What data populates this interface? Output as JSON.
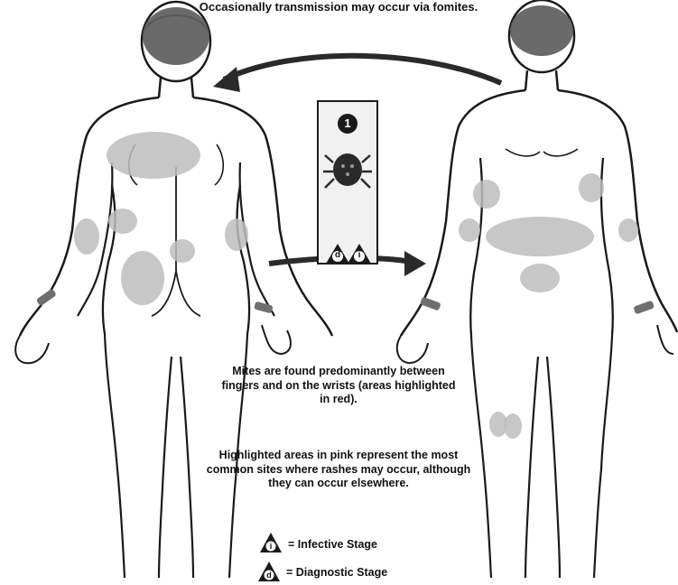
{
  "caption": {
    "title": "Occasionally transmission may occur via fomites.",
    "mites_note": "Mites are found predominantly between fingers and on the wrists (areas highlighted in red).",
    "rash_note": "Highlighted areas in pink represent the most common sites where rashes may occur, although they can occur elsewhere."
  },
  "card": {
    "stage_number": "1",
    "badge_d": "d",
    "badge_i": "i"
  },
  "legend": [
    {
      "marker": "i",
      "label": "= Infective Stage"
    },
    {
      "marker": "d",
      "label": "= Diagnostic Stage"
    }
  ],
  "colors": {
    "highlight": "#bdbdbd",
    "outline": "#1a1a1a",
    "hair": "#555555",
    "arrow": "#2a2a2a",
    "card_bg": "#f1f1f1"
  },
  "icons": [
    "mite-icon",
    "infective-stage-icon",
    "diagnostic-stage-icon",
    "arrow-left-icon",
    "arrow-right-icon"
  ]
}
